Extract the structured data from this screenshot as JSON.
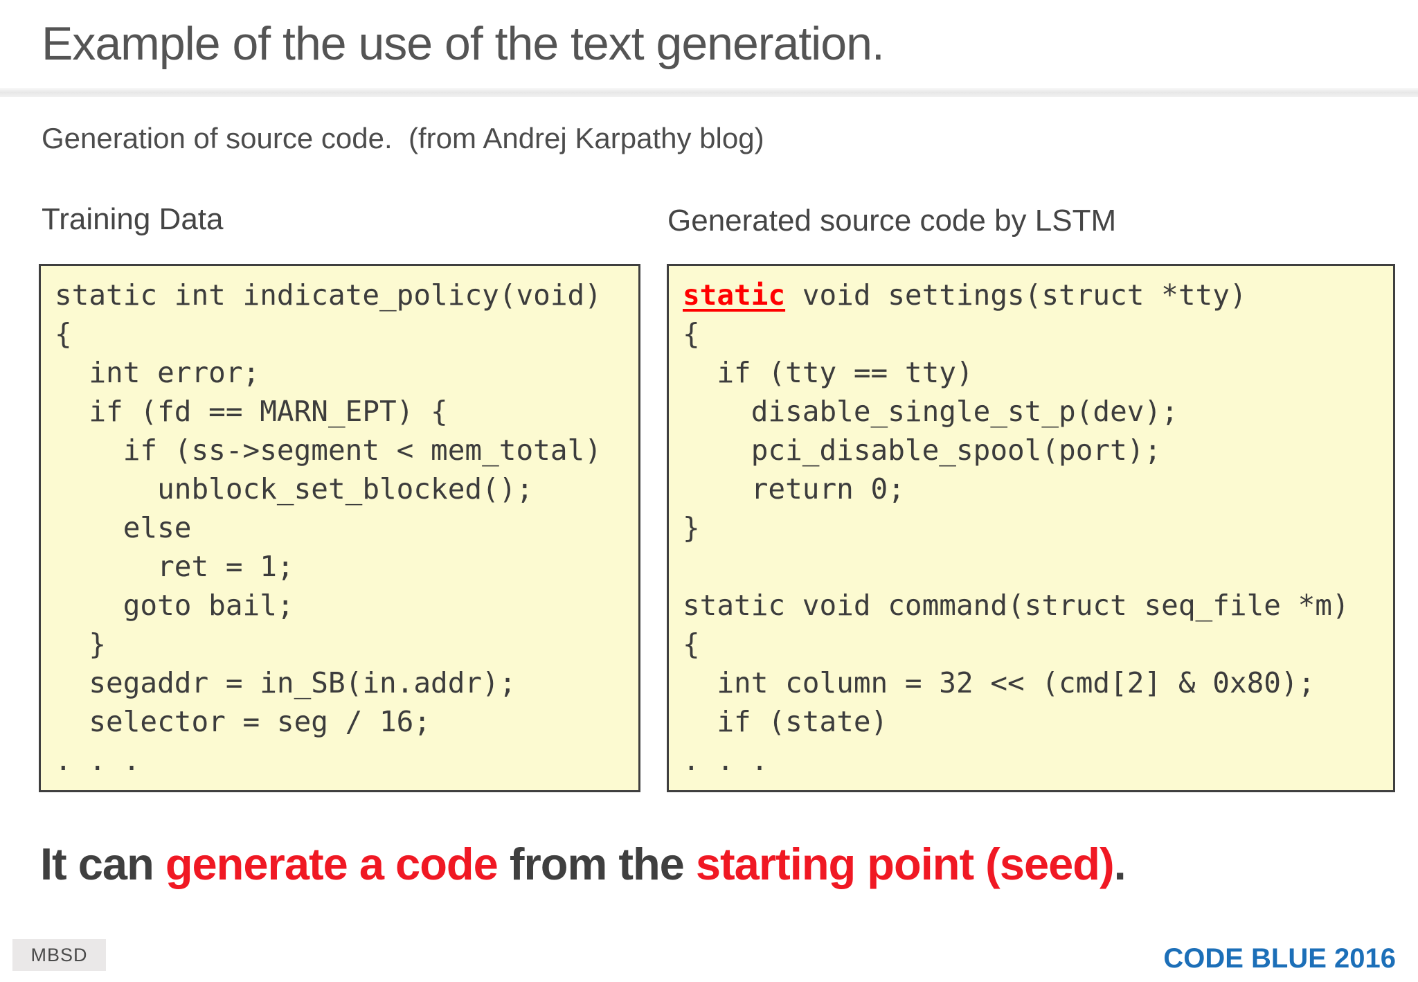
{
  "slide": {
    "title": "Example of the use of the text generation.",
    "subtitle": "Generation of source code.  (from Andrej Karpathy blog)"
  },
  "panels": [
    {
      "heading": "Training Data",
      "code_lines": [
        "static int indicate_policy(void)",
        "{",
        "  int error;",
        "  if (fd == MARN_EPT) {",
        "    if (ss->segment < mem_total)",
        "      unblock_set_blocked();",
        "    else",
        "      ret = 1;",
        "    goto bail;",
        "  }",
        "  segaddr = in_SB(in.addr);",
        "  selector = seg / 16;",
        ". . ."
      ]
    },
    {
      "heading": "Generated source code by LSTM",
      "code_lines": [
        [
          {
            "t": "static",
            "style": "seed"
          },
          {
            "t": " void settings(struct *tty)"
          }
        ],
        "{",
        "  if (tty == tty)",
        "    disable_single_st_p(dev);",
        "    pci_disable_spool(port);",
        "    return 0;",
        "}",
        "",
        "static void command(struct seq_file *m)",
        "{",
        "  int column = 32 << (cmd[2] & 0x80);",
        "  if (state)",
        ". . ."
      ]
    }
  ],
  "conclusion": {
    "segments": [
      {
        "t": "It can ",
        "style": "dark"
      },
      {
        "t": "generate a code",
        "style": "red"
      },
      {
        "t": " from the ",
        "style": "dark"
      },
      {
        "t": "starting point (seed)",
        "style": "red"
      },
      {
        "t": ".",
        "style": "dark"
      }
    ]
  },
  "footer": {
    "logo": "MBSD",
    "event": "CODE BLUE 2016"
  },
  "colors": {
    "panel_bg": "#FCFAD1",
    "panel_border": "#3F3F3F",
    "seed_red": "#FF0000",
    "emphasis_red": "#F01823",
    "event_blue": "#1C6FB8"
  }
}
